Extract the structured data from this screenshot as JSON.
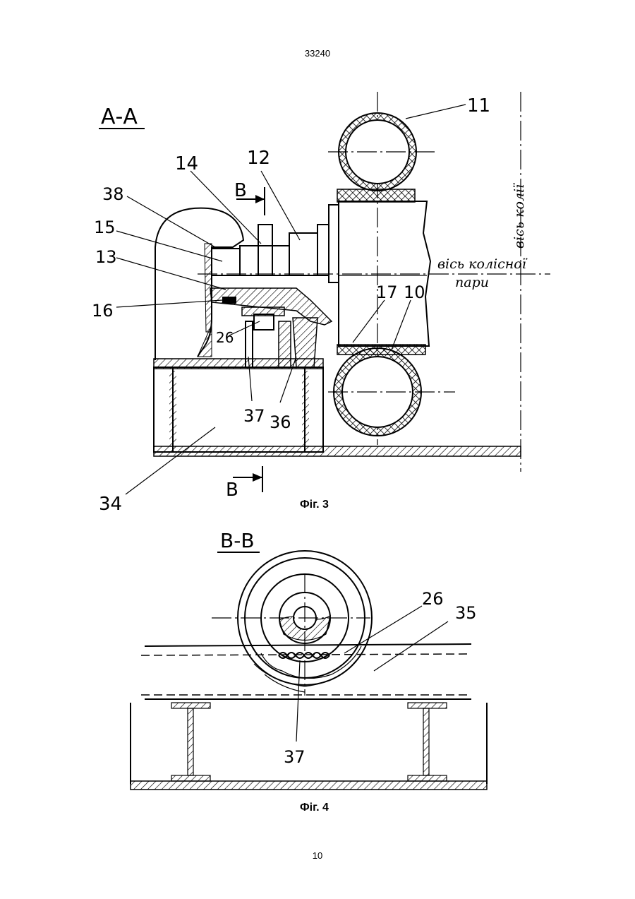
{
  "page": {
    "number_top": "33240",
    "number_bottom": "10"
  },
  "fig3": {
    "caption": "Фіг. 3",
    "section_label": "А-А",
    "cut_label_top": "В",
    "cut_label_bottom": "В",
    "callouts": [
      "11",
      "14",
      "12",
      "38",
      "15",
      "13",
      "16",
      "26",
      "37",
      "36",
      "17",
      "10",
      "34"
    ],
    "axis_label_wheelset_line1": "вісь колісної",
    "axis_label_wheelset_line2": "пари",
    "axis_label_track": "вісь колії"
  },
  "fig4": {
    "caption": "Фіг. 4",
    "section_label": "В-В",
    "callouts": [
      "26",
      "35",
      "37"
    ]
  }
}
